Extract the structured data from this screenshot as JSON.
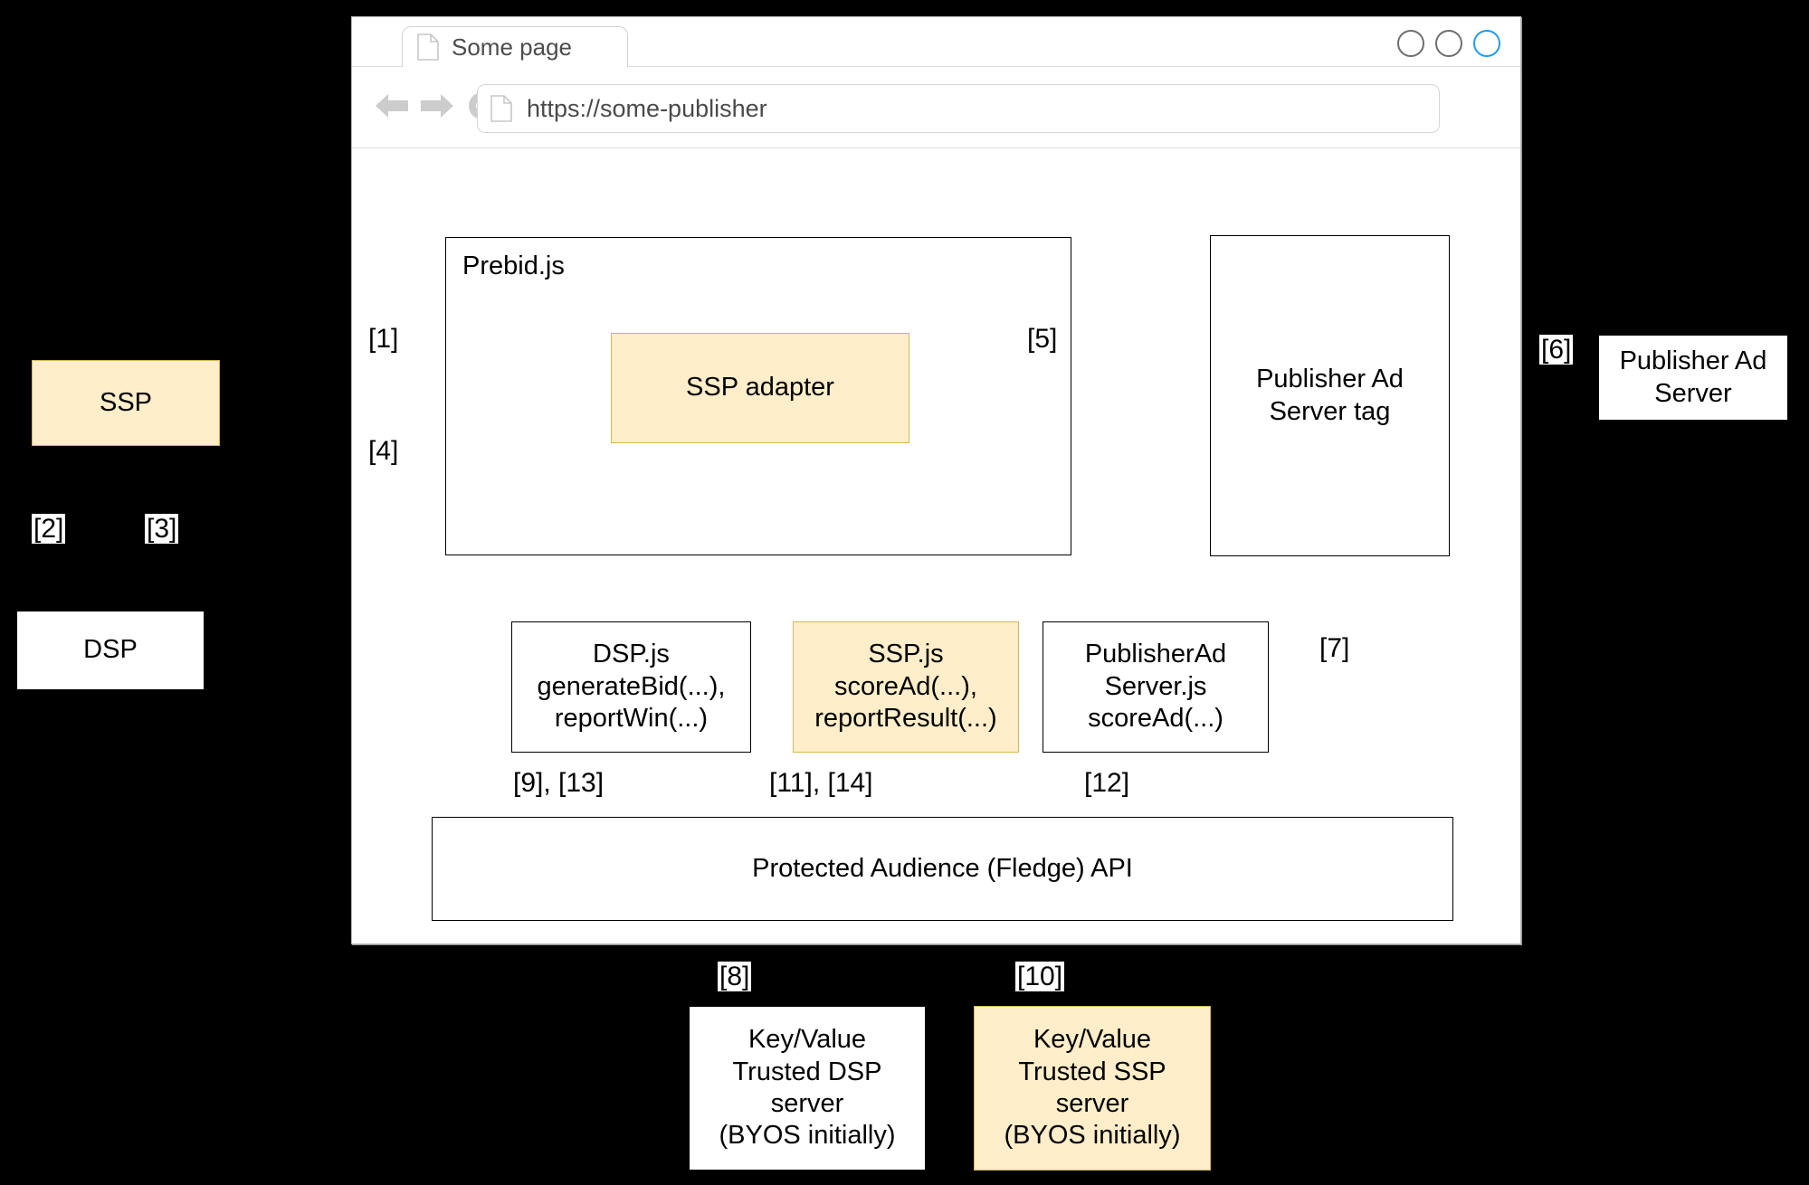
{
  "browser": {
    "tab": {
      "title": "Some page",
      "icon": "document-icon"
    },
    "toolbar": {
      "back_icon": "back-arrow-icon",
      "forward_icon": "forward-arrow-icon",
      "reload_icon": "reload-icon",
      "url_icon": "document-icon",
      "url_value": "https://some-publisher"
    },
    "window_controls": [
      "minimize-circle",
      "maximize-circle",
      "close-circle"
    ],
    "accent_color": "#1e9bf0"
  },
  "colors": {
    "page_background": "#000000",
    "box_fill": "#ffffff",
    "highlight_fill": "#ffeec9",
    "highlight_border": "#d6b656",
    "stroke": "#000000"
  },
  "diagram": {
    "boxes": {
      "prebid": "Prebid.js",
      "ssp_adapter": "SSP adapter",
      "publisher_ad_server_tag": "Publisher Ad\nServer tag",
      "dsp_js": "DSP.js\ngenerateBid(...),\nreportWin(...)",
      "ssp_js": "SSP.js\nscoreAd(...),\nreportResult(...)",
      "publisher_ad_server_js": "PublisherAd\nServer.js\nscoreAd(...)",
      "fledge_api": "Protected Audience (Fledge) API",
      "ssp": "SSP",
      "dsp": "DSP",
      "publisher_ad_server": "Publisher Ad\nServer",
      "kv_dsp": "Key/Value\nTrusted DSP\nserver\n(BYOS initially)",
      "kv_ssp": "Key/Value\nTrusted SSP\nserver\n(BYOS initially)"
    },
    "steps": {
      "s1": "[1]",
      "s2": "[2]",
      "s3": "[3]",
      "s4": "[4]",
      "s5": "[5]",
      "s6": "[6]",
      "s7": "[7]",
      "s8": "[8]",
      "s9_13": "[9], [13]",
      "s10": "[10]",
      "s11_14": "[11], [14]",
      "s12": "[12]"
    }
  }
}
